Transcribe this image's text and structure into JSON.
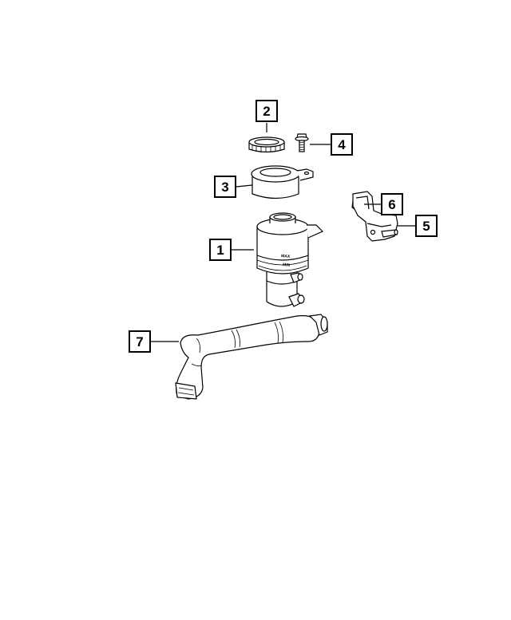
{
  "diagram": {
    "callouts": [
      {
        "id": "1",
        "label": "1"
      },
      {
        "id": "2",
        "label": "2"
      },
      {
        "id": "3",
        "label": "3"
      },
      {
        "id": "4",
        "label": "4"
      },
      {
        "id": "5",
        "label": "5"
      },
      {
        "id": "6",
        "label": "6"
      },
      {
        "id": "7",
        "label": "7"
      }
    ],
    "reservoir_marks": {
      "max": "MAX",
      "min": "MIN"
    }
  }
}
